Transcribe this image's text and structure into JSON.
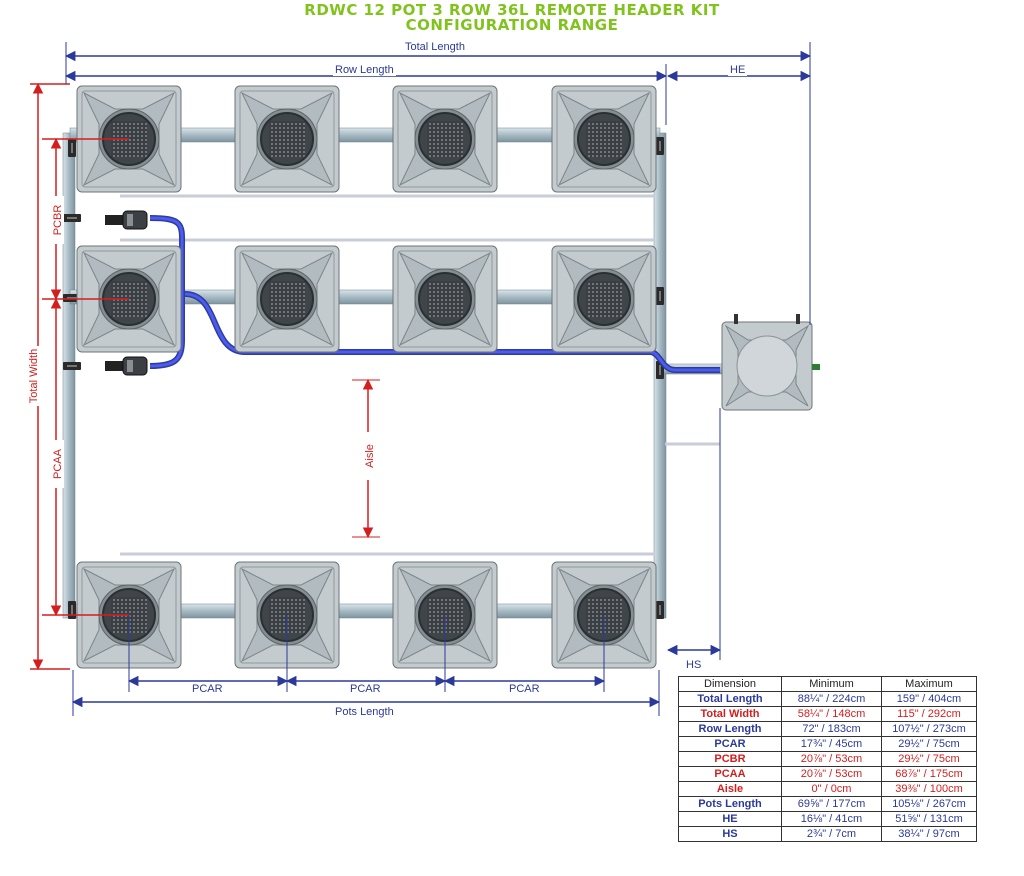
{
  "title": {
    "line1": "RDWC 12 POT 3 ROW 36L REMOTE HEADER KIT",
    "line2": "CONFIGURATION RANGE"
  },
  "labels": {
    "total_length": "Total Length",
    "row_length": "Row Length",
    "he": "HE",
    "total_width": "Total Width",
    "pcbr": "PCBR",
    "pcaa": "PCAA",
    "aisle": "Aisle",
    "hs": "HS",
    "pcar": "PCAR",
    "pots_length": "Pots Length"
  },
  "colors": {
    "blue_dimension": "#2b3a9a",
    "red_dimension": "#d41e1e",
    "title_green": "#7fc31c",
    "hose_blue": "#3a4be0",
    "pipe": "#a9bcc6",
    "pot": "#bfc7cb"
  },
  "table": {
    "headers": [
      "Dimension",
      "Minimum",
      "Maximum"
    ],
    "rows": [
      {
        "name": "Total Length",
        "min": "88¼\" / 224cm",
        "max": "159\" / 404cm",
        "color": "blue"
      },
      {
        "name": "Total Width",
        "min": "58¼\" / 148cm",
        "max": "115\" / 292cm",
        "color": "red"
      },
      {
        "name": "Row Length",
        "min": "72\" / 183cm",
        "max": "107½\" / 273cm",
        "color": "blue"
      },
      {
        "name": "PCAR",
        "min": "17¾\" / 45cm",
        "max": "29½\" / 75cm",
        "color": "blue"
      },
      {
        "name": "PCBR",
        "min": "20⅞\" / 53cm",
        "max": "29½\" / 75cm",
        "color": "red"
      },
      {
        "name": "PCAA",
        "min": "20⅞\" / 53cm",
        "max": "68⅞\" / 175cm",
        "color": "red"
      },
      {
        "name": "Aisle",
        "min": "0\" / 0cm",
        "max": "39⅜\" / 100cm",
        "color": "red"
      },
      {
        "name": "Pots Length",
        "min": "69⅝\" / 177cm",
        "max": "105⅛\" / 267cm",
        "color": "blue"
      },
      {
        "name": "HE",
        "min": "16⅛\" / 41cm",
        "max": "51⅝\" / 131cm",
        "color": "blue"
      },
      {
        "name": "HS",
        "min": "2¾\" / 7cm",
        "max": "38¼\" / 97cm",
        "color": "blue"
      }
    ]
  }
}
